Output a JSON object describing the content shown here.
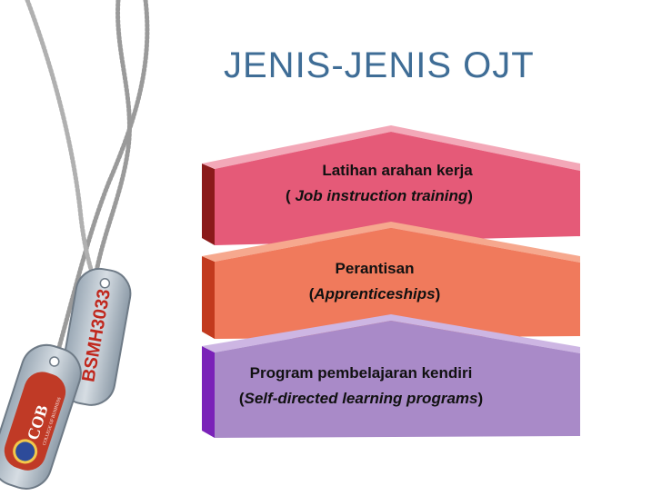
{
  "slide": {
    "title": "JENIS-JENIS OJT",
    "blocks": [
      {
        "line1": "Latihan arahan kerja",
        "line2_open": "( ",
        "line2_italic": "Job instruction training",
        "line2_close": ")",
        "color": "#e55a78",
        "side_color": "#8b1a1a"
      },
      {
        "line1": "Perantisan",
        "line2_open": "(",
        "line2_italic": "Apprenticeships",
        "line2_close": ")",
        "color": "#f07a5c",
        "side_color": "#c23a1e"
      },
      {
        "line1": "Program pembelajaran kendiri",
        "line2_open": "(",
        "line2_italic": "Self-directed learning programs",
        "line2_close": ")",
        "color": "#a98ac8",
        "side_color": "#7a22b8"
      }
    ]
  },
  "dog_tags": {
    "back_tag_text": "BSMH3033",
    "front_tag_text": "COB",
    "front_tag_subtext": "COLLEGE OF BUSINESS",
    "tag_color": "#b5c1cc",
    "chain_color": "#bfbfbf"
  },
  "colors": {
    "title": "#3f6d96"
  }
}
